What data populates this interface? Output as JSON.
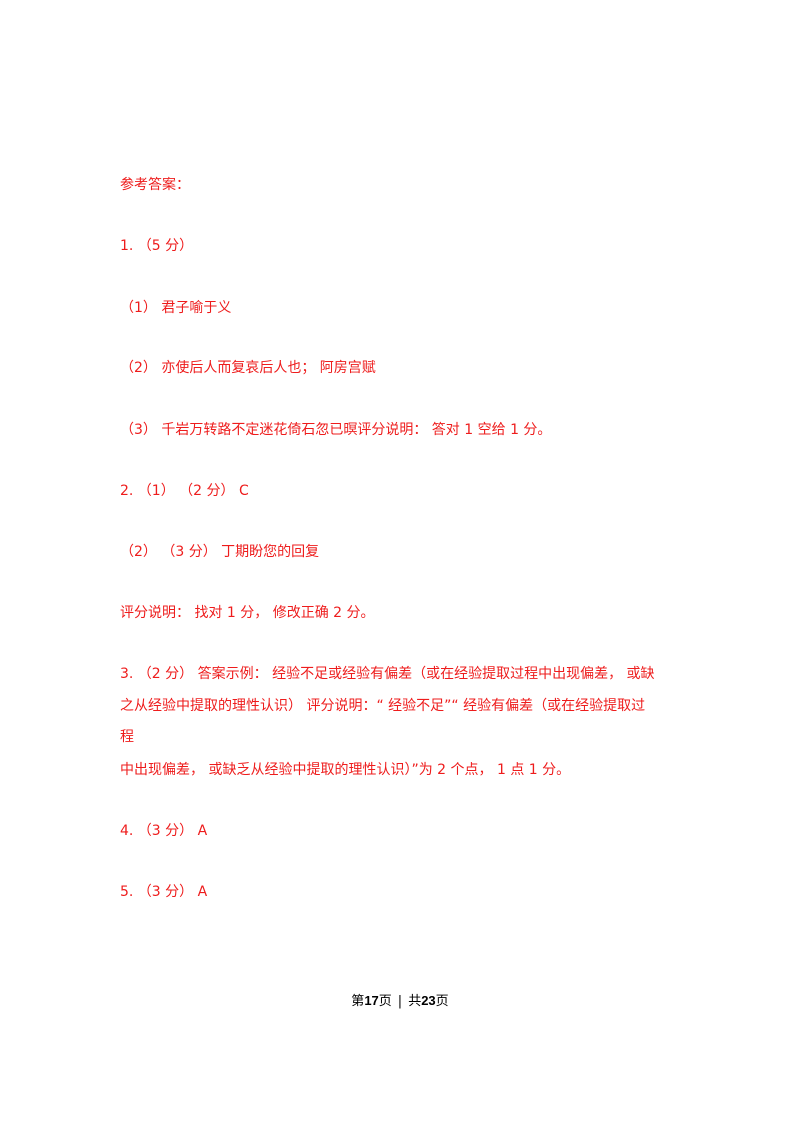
{
  "heading": "参考答案：",
  "lines": {
    "l1": "1. （5 分）",
    "l2": "（1） 君子喻于义",
    "l3": "（2） 亦使后人而复哀后人也； 阿房宫赋",
    "l4": "（3） 千岩万转路不定迷花倚石忽已暝评分说明： 答对 1 空给 1 分。",
    "l5": "2. （1）  （2 分）  C",
    "l6": "（2）  （3 分） 丁期盼您的回复",
    "l7": "评分说明： 找对 1 分， 修改正确 2 分。",
    "l8": "3. （2 分） 答案示例： 经验不足或经验有偏差（或在经验提取过程中出现偏差， 或缺",
    "l9": "之从经验中提取的理性认识） 评分说明：“ 经验不足”“ 经验有偏差（或在经验提取过",
    "l10": "程",
    "l11": "中出现偏差， 或缺乏从经验中提取的理性认识）”为 2 个点， 1 点 1 分。",
    "l12": "4. （3 分） A",
    "l13": "5. （3 分） A"
  },
  "footer": {
    "page_prefix": "第",
    "page_current": "17",
    "page_suffix": "页",
    "separator": "|",
    "total_prefix": "共",
    "page_total": "23",
    "total_suffix": "页"
  },
  "colors": {
    "answer_text": "#ee1c1c",
    "footer_text": "#000000"
  }
}
